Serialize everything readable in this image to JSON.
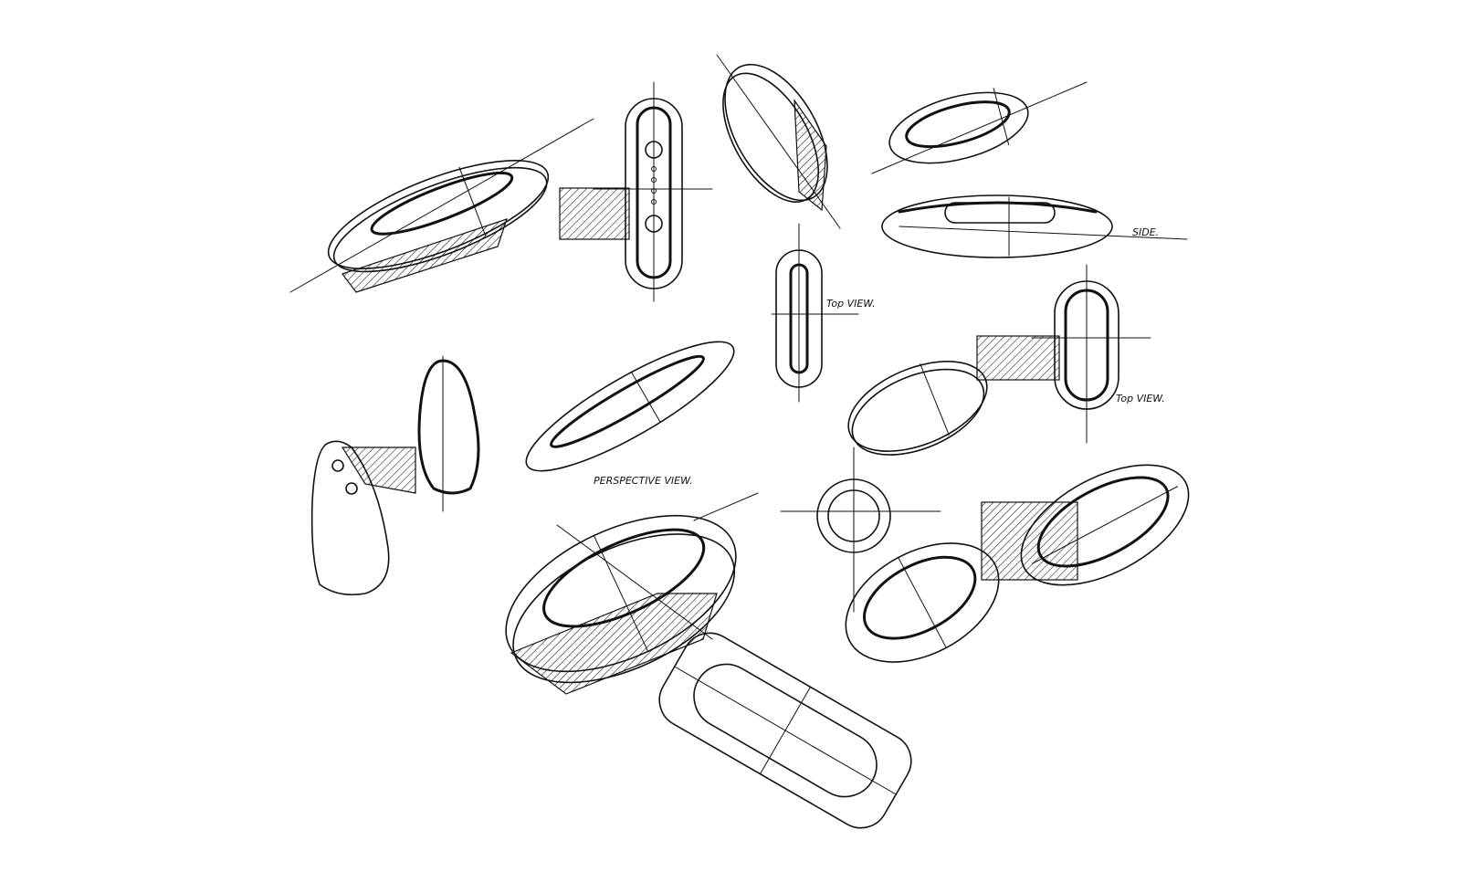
{
  "annotations": {
    "side": "SIDE.",
    "top_view_1": "Top VIEW.",
    "top_view_2": "Top VIEW.",
    "perspective": "PERSPECTIVE VIEW."
  },
  "colors": {
    "ink": "#111111",
    "paper": "#ffffff"
  }
}
